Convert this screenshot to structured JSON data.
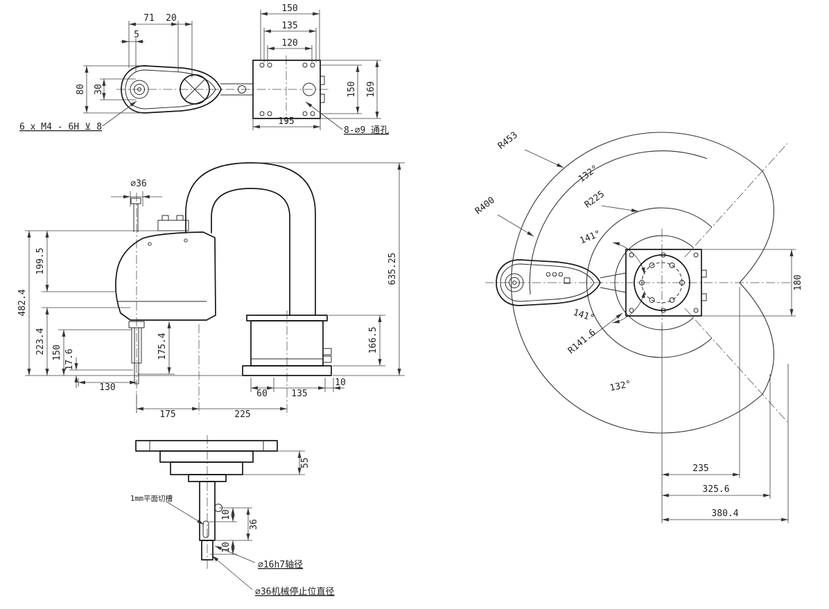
{
  "meta": {
    "title": "SCARA robot dimensional drawing"
  },
  "top_view": {
    "dim_150": "150",
    "dim_135": "135",
    "dim_120": "120",
    "dim_71": "71",
    "dim_20": "20",
    "dim_5": "5",
    "dim_80": "80",
    "dim_30": "30",
    "dim_150_right": "150",
    "dim_169": "169",
    "dim_195": "195",
    "note_thread": "6 x M4 - 6H ⊻ 8",
    "note_holes": "8-∅9 通孔"
  },
  "side_view": {
    "dim_d36": "∅36",
    "dim_482_4": "482.4",
    "dim_199_5": "199.5",
    "dim_223_4": "223.4",
    "dim_150": "150",
    "dim_17_6": "17.6",
    "dim_175_4": "175.4",
    "dim_635_25": "635.25",
    "dim_166_5": "166.5",
    "dim_130": "130",
    "dim_60": "60",
    "dim_135": "135",
    "dim_10": "10",
    "dim_175": "175",
    "dim_225": "225"
  },
  "shaft_detail": {
    "dim_55": "55",
    "dim_10_upper": "10",
    "dim_36": "36",
    "dim_10_lower": "10",
    "note_groove": "1mm平面切槽",
    "note_shaft_dia": "∅16h7轴径",
    "note_stop_dia": "∅36机械停止位直径"
  },
  "work_envelope": {
    "r453": "R453",
    "r400": "R400",
    "r225": "R225",
    "r141_6": "R141.6",
    "angle_132_top": "132°",
    "angle_141_top": "141°",
    "angle_141_bottom": "141°",
    "angle_132_bottom": "132°",
    "dim_180": "180",
    "dim_235": "235",
    "dim_325_6": "325.6",
    "dim_380_4": "380.4"
  }
}
